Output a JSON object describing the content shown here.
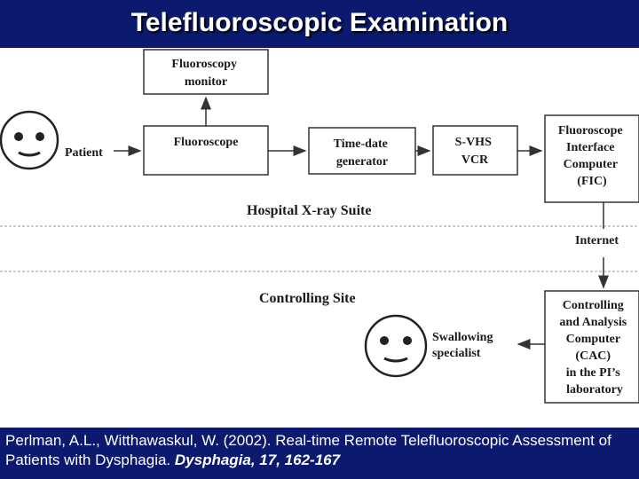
{
  "title": "Telefluoroscopic Examination",
  "diagram": {
    "boxes": {
      "monitor": [
        "Fluoroscopy",
        "monitor"
      ],
      "fluoroscope": [
        "Fluoroscope"
      ],
      "timedate": [
        "Time-date",
        "generator"
      ],
      "vcr": [
        "S-VHS",
        "VCR"
      ],
      "fic": [
        "Fluoroscope",
        "Interface",
        "Computer",
        "(FIC)"
      ],
      "cac": [
        "Controlling",
        "and Analysis",
        "Computer",
        "(CAC)",
        "in the PI’s",
        "laboratory"
      ]
    },
    "labels": {
      "patient": "Patient",
      "internet": "Internet",
      "swallowing": [
        "Swallowing",
        "specialist"
      ],
      "hospital_suite": "Hospital X-ray Suite",
      "controlling_site": "Controlling Site"
    }
  },
  "citation": {
    "authors": "Perlman, A.L., Witthawaskul, W. (2002). Real-time Remote Telefluoroscopic Assessment of Patients with Dysphagia. ",
    "journal": "Dysphagia, 17, 162-167"
  }
}
